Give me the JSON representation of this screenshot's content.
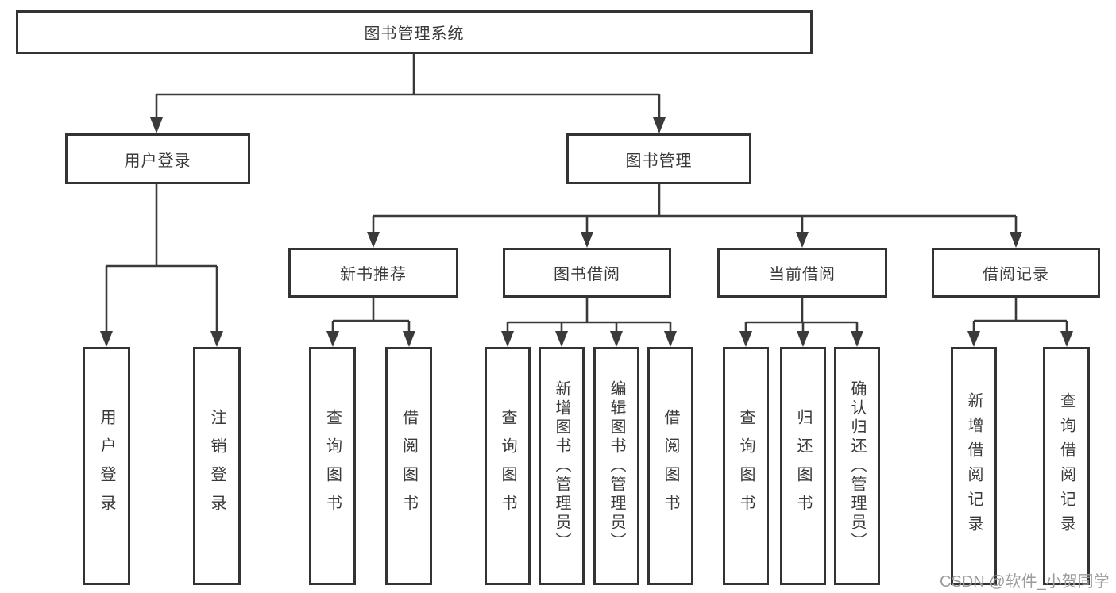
{
  "diagram": {
    "root": {
      "label": "图书管理系统"
    },
    "level2": [
      {
        "label": "用户登录"
      },
      {
        "label": "图书管理"
      }
    ],
    "level3": [
      {
        "label": "新书推荐"
      },
      {
        "label": "图书借阅"
      },
      {
        "label": "当前借阅"
      },
      {
        "label": "借阅记录"
      }
    ],
    "leaves": {
      "user_login": [
        {
          "label": "用户登录"
        },
        {
          "label": "注销登录"
        }
      ],
      "new_book_rec": [
        {
          "label": "查询图书"
        },
        {
          "label": "借阅图书"
        }
      ],
      "book_borrowing": [
        {
          "label": "查询图书"
        },
        {
          "label": "新增图书（管理员）"
        },
        {
          "label": "编辑图书（管理员）"
        },
        {
          "label": "借阅图书"
        }
      ],
      "current_borrowing": [
        {
          "label": "查询图书"
        },
        {
          "label": "归还图书"
        },
        {
          "label": "确认归还（管理员）"
        }
      ],
      "borrowing_records": [
        {
          "label": "新增借阅记录"
        },
        {
          "label": "查询借阅记录"
        }
      ]
    }
  },
  "watermark": {
    "text": "CSDN @软件_小贺同学"
  },
  "colors": {
    "line": "#3a3a3a",
    "box_border": "#333333",
    "text": "#3a3a3a",
    "watermark": "#9c9c9c",
    "background": "#ffffff"
  }
}
